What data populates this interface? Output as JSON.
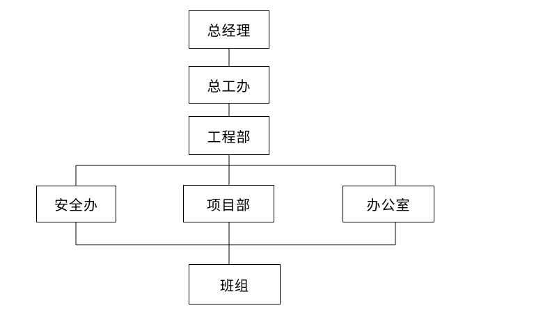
{
  "diagram": {
    "nodes": {
      "general_manager": "总经理",
      "chief_engineer_office": "总工办",
      "engineering_dept": "工程部",
      "safety_office": "安全办",
      "project_dept": "项目部",
      "admin_office": "办公室",
      "team": "班组"
    },
    "connections": [
      [
        "general_manager",
        "chief_engineer_office"
      ],
      [
        "chief_engineer_office",
        "engineering_dept"
      ],
      [
        "engineering_dept",
        "safety_office"
      ],
      [
        "engineering_dept",
        "project_dept"
      ],
      [
        "engineering_dept",
        "admin_office"
      ],
      [
        "safety_office",
        "team"
      ],
      [
        "project_dept",
        "team"
      ],
      [
        "admin_office",
        "team"
      ]
    ],
    "line_color": "#000000"
  }
}
